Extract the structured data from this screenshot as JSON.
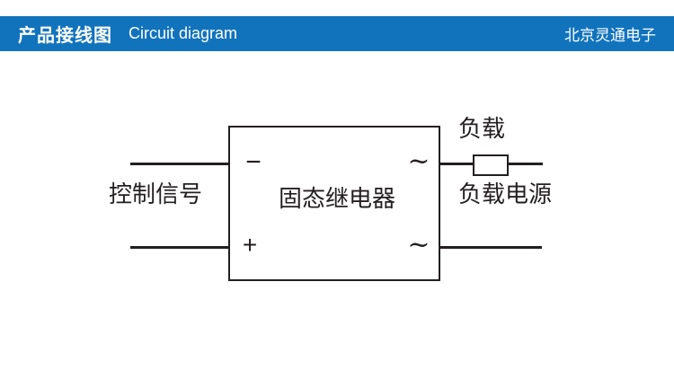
{
  "header": {
    "title_zh": "产品接线图",
    "title_en": "Circuit diagram",
    "company": "北京灵通电子",
    "bg_color": "#1273bd",
    "text_color": "#ffffff"
  },
  "diagram": {
    "relay_label": "固态继电器",
    "control_signal_label": "控制信号",
    "load_label": "负载",
    "load_power_label": "负载电源",
    "terminals": {
      "minus": "−",
      "plus": "+",
      "ac_top": "~",
      "ac_bottom": "~"
    },
    "ink_color": "#231f20"
  }
}
